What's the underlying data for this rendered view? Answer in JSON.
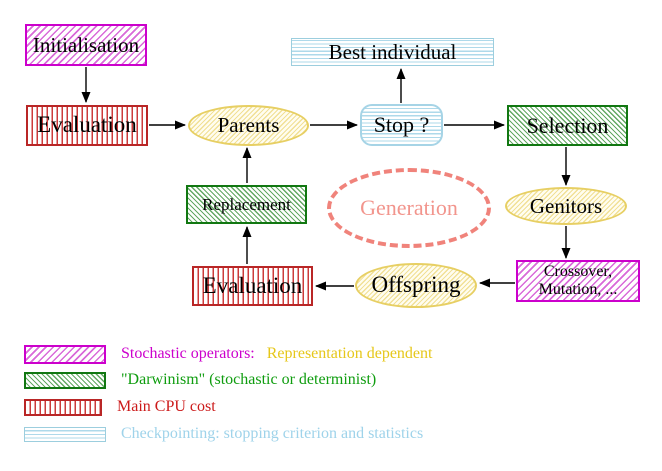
{
  "nodes": {
    "initialisation": {
      "label": "Initialisation"
    },
    "evaluation_top": {
      "label": "Evaluation"
    },
    "parents": {
      "label": "Parents"
    },
    "best_individual": {
      "label": "Best individual"
    },
    "stop": {
      "label": "Stop ?"
    },
    "selection": {
      "label": "Selection"
    },
    "genitors": {
      "label": "Genitors"
    },
    "crossover_mutation": {
      "line1": "Crossover,",
      "line2": "Mutation, ..."
    },
    "offspring": {
      "label": "Offspring"
    },
    "evaluation_bottom": {
      "label": "Evaluation"
    },
    "replacement": {
      "label": "Replacement"
    },
    "generation": {
      "label": "Generation"
    }
  },
  "legend": {
    "stochastic": {
      "label": "Stochastic operators:",
      "color": "#cc00cc",
      "swatch": "magenta-diagonal-hatch"
    },
    "representation": {
      "label": "Representation dependent",
      "color": "#e6c71a"
    },
    "darwinism": {
      "label": "\"Darwinism\" (stochastic or determinist)",
      "color": "#0f9d0f",
      "swatch": "green-diagonal-hatch"
    },
    "cpu": {
      "label": "Main CPU cost",
      "color": "#cc1a1a",
      "swatch": "red-vertical-stripes"
    },
    "checkpointing": {
      "label": "Checkpointing: stopping criterion and statistics",
      "color": "#9fd3ea",
      "swatch": "cyan-horizontal-stripes"
    }
  },
  "colors": {
    "stochastic_magenta": "#cc00cc",
    "darwinism_green": "#117711",
    "cpu_red": "#b92626",
    "checkpoint_blue": "#9ccede",
    "ellipse_yellow_border": "#e7cf63",
    "generation_salmon": "#f0837b",
    "representation_gold": "#e6c71a"
  }
}
